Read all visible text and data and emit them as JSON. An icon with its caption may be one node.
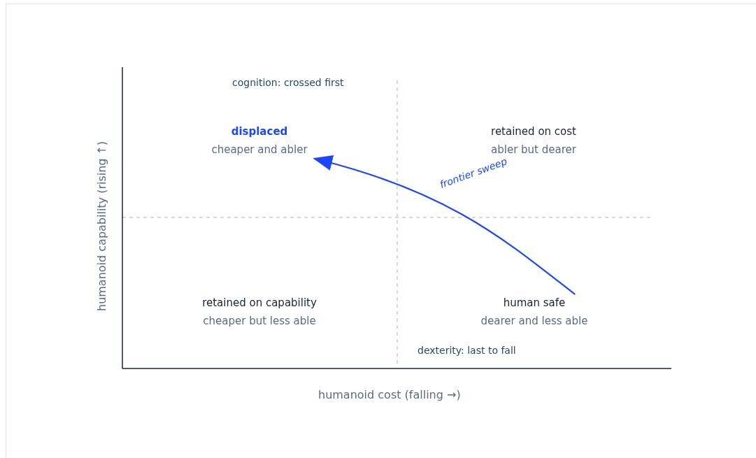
{
  "diagram": {
    "nodes": [
      {
        "text": [
          "displaced",
          "cheaper and abler"
        ]
      },
      {
        "text": [
          "retained on cost",
          "abler but dearer"
        ]
      },
      {
        "text": [
          "retained on capability",
          "cheaper but less able"
        ]
      },
      {
        "text": [
          "human safe",
          "dearer and less able"
        ]
      }
    ],
    "edges": [
      {
        "from": 3,
        "to": 0,
        "arrow": "to",
        "label": "frontier sweep"
      }
    ],
    "labels": [
      "cognition: crossed first",
      "humanoid capability (rising ↑)",
      "dexterity: last to fall",
      "humanoid cost (falling →)"
    ]
  }
}
